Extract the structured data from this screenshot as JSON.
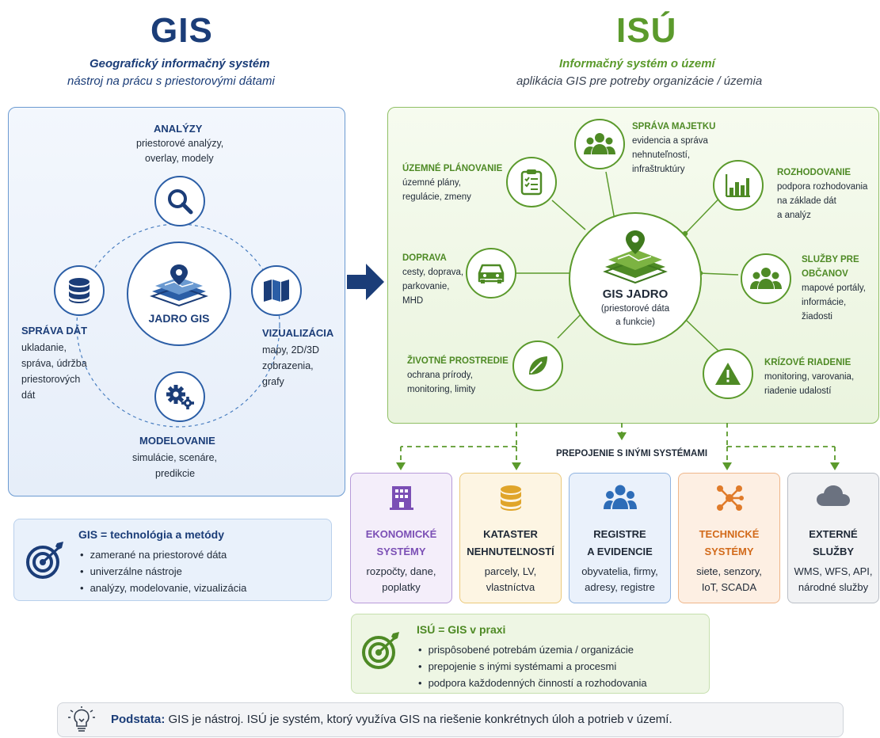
{
  "left": {
    "title": "GIS",
    "subtitle": "Geografický informačný systém",
    "subtitle2": "nástroj na prácu s priestorovými dátami",
    "core": "JADRO GIS",
    "nodes": {
      "analyzy": {
        "title": "ANALÝZY",
        "lines": [
          "priestorové analýzy,",
          "overlay, modely"
        ]
      },
      "sprava": {
        "title": "SPRÁVA DÁT",
        "lines": [
          "ukladanie,",
          "správa, údržba",
          "priestorových",
          "dát"
        ]
      },
      "vizualizacia": {
        "title": "VIZUALIZÁCIA",
        "lines": [
          "mapy, 2D/3D",
          "zobrazenia,",
          "grafy"
        ]
      },
      "modelovanie": {
        "title": "MODELOVANIE",
        "lines": [
          "simulácie, scenáre,",
          "predikcie"
        ]
      }
    },
    "info": {
      "title": "GIS = technológia a metódy",
      "bullets": [
        "zamerané na priestorové dáta",
        "univerzálne nástroje",
        "analýzy, modelovanie, vizualizácia"
      ]
    }
  },
  "right": {
    "title": "ISÚ",
    "subtitle": "Informačný systém o území",
    "subtitle2": "aplikácia GIS pre potreby organizácie / územia",
    "core": {
      "title": "GIS JADRO",
      "lines": [
        "(priestorové dáta",
        "a funkcie)"
      ]
    },
    "nodes": {
      "majetok": {
        "title": "SPRÁVA MAJETKU",
        "lines": [
          "evidencia a správa",
          "nehnuteľností,",
          "infraštruktúry"
        ]
      },
      "planovanie": {
        "title": "ÚZEMNÉ PLÁNOVANIE",
        "lines": [
          "územné plány,",
          "regulácie, zmeny"
        ]
      },
      "rozhodovanie": {
        "title": "ROZHODOVANIE",
        "lines": [
          "podpora rozhodovania",
          "na základe dát",
          "a analýz"
        ]
      },
      "doprava": {
        "title": "DOPRAVA",
        "lines": [
          "cesty, doprava,",
          "parkovanie,",
          "MHD"
        ]
      },
      "sluzby": {
        "title": "SLUŽBY PRE",
        "title2": "OBČANOV",
        "lines": [
          "mapové portály,",
          "informácie,",
          "žiadosti"
        ]
      },
      "prostredie": {
        "title": "ŽIVOTNÉ PROSTREDIE",
        "lines": [
          "ochrana prírody,",
          "monitoring, limity"
        ]
      },
      "krizove": {
        "title": "KRÍZOVÉ RIADENIE",
        "lines": [
          "monitoring, varovania,",
          "riadenie udalostí"
        ]
      }
    },
    "link_label": "PREPOJENIE S INÝMI SYSTÉMAMI",
    "cards": [
      {
        "title1": "EKONOMICKÉ",
        "title2": "SYSTÉMY",
        "desc1": "rozpočty, dane,",
        "desc2": "poplatky",
        "accent": "#7b4fb5",
        "bg": "#f4eefa",
        "border": "#b79bd9",
        "icon": "building-icon"
      },
      {
        "title1": "KATASTER",
        "title2": "NEHNUTEĽNOSTÍ",
        "desc1": "parcely, LV,",
        "desc2": "vlastníctva",
        "accent": "#e0a52a",
        "bg": "#fdf5e3",
        "border": "#ebc97a",
        "icon": "database-icon"
      },
      {
        "title1": "REGISTRE",
        "title2": "A EVIDENCIE",
        "desc1": "obyvatelia, firmy,",
        "desc2": "adresy, registre",
        "accent": "#2e6db8",
        "bg": "#eaf1fb",
        "border": "#8fb3e0",
        "icon": "people-icon"
      },
      {
        "title1": "TECHNICKÉ",
        "title2": "SYSTÉMY",
        "desc1": "siete, senzory,",
        "desc2": "IoT, SCADA",
        "accent": "#e07b2a",
        "bg": "#fdefe3",
        "border": "#efb68a",
        "icon": "network-icon"
      },
      {
        "title1": "EXTERNÉ",
        "title2": "SLUŽBY",
        "desc1": "WMS, WFS, API,",
        "desc2": "národné služby",
        "accent": "#6b7280",
        "bg": "#f1f2f4",
        "border": "#b9bec6",
        "icon": "cloud-icon"
      }
    ],
    "info": {
      "title": "ISÚ = GIS v praxi",
      "bullets": [
        "prispôsobené potrebám územia / organizácie",
        "prepojenie s inými systémami a procesmi",
        "podpora každodenných činností a rozhodovania"
      ]
    }
  },
  "footer": {
    "bold": "Podstata:",
    "text": "GIS je nástroj. ISÚ je systém, ktorý využíva GIS na riešenie konkrétnych úloh a potrieb v území."
  },
  "colors": {
    "gis_blue": "#1b3d78",
    "isu_green": "#5b9a2c"
  }
}
